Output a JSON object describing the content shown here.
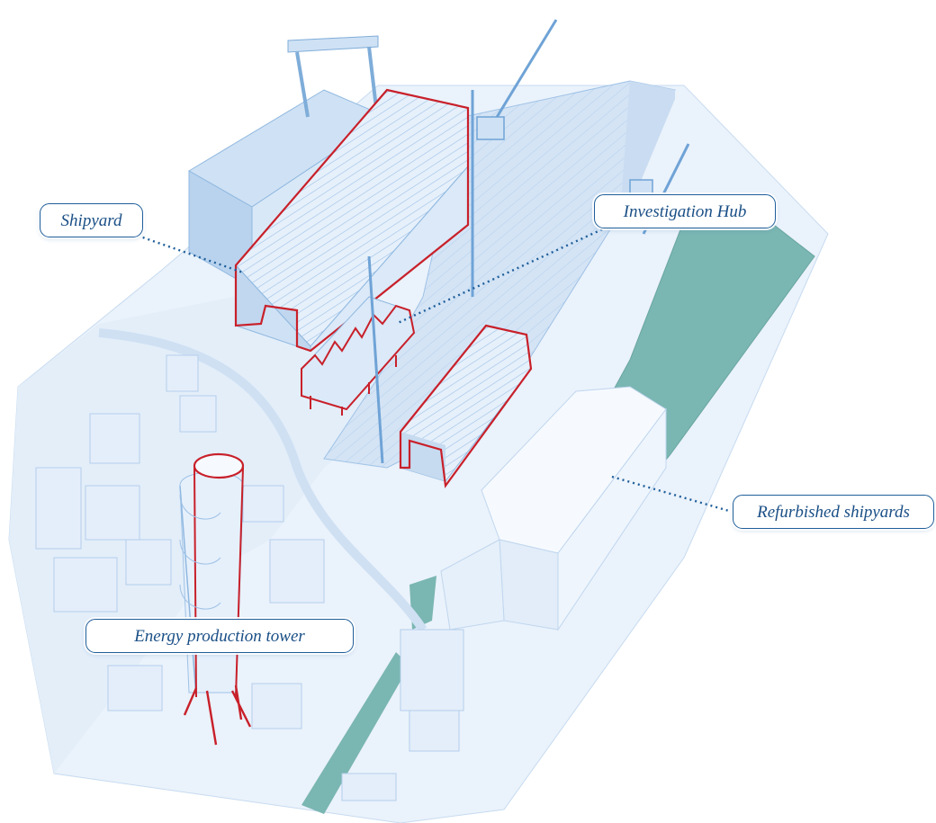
{
  "labels": {
    "shipyard": "Shipyard",
    "investigation_hub": "Investigation Hub",
    "refurbished_shipyards": "Refurbished shipyards",
    "energy_tower": "Energy production tower"
  },
  "colors": {
    "building_fill": "#dbeaf8",
    "building_edge": "#8fb8e0",
    "ground": "#e9f2fb",
    "water": "#7ab6b2",
    "highlight": "#c8202a",
    "label_text": "#1a4f86",
    "leader_line": "#1f5e9a"
  }
}
